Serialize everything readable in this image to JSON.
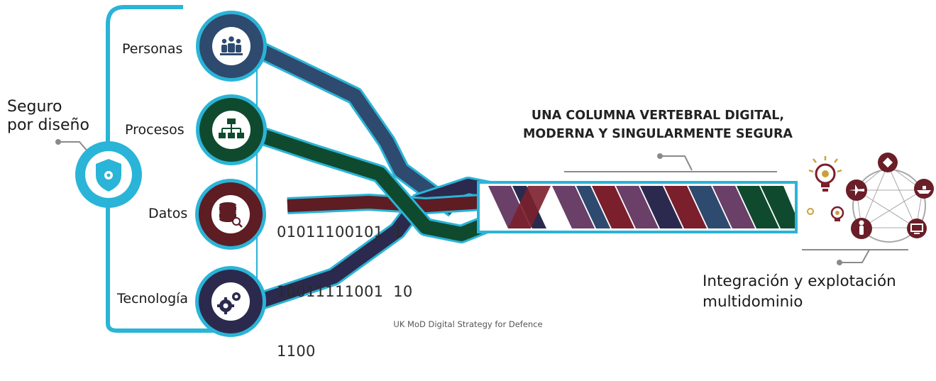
{
  "diagram": {
    "secure_by_design": {
      "line1": "Seguro",
      "line2": "por diseño",
      "icon": "shield-gear-icon"
    },
    "nodes": [
      {
        "label": "Personas",
        "icon": "people-icon",
        "color": "#2e4a6e"
      },
      {
        "label": "Procesos",
        "icon": "hierarchy-icon",
        "color": "#0f4a2f"
      },
      {
        "label": "Datos",
        "icon": "database-search-icon",
        "color": "#5e1c23"
      },
      {
        "label": "Tecnología",
        "icon": "gears-icon",
        "color": "#2b2a4e"
      }
    ],
    "binary_lines": [
      "01011100101  1",
      "10011111001  10",
      "1100"
    ],
    "spine_title": {
      "line1": "UNA COLUMNA VERTEBRAL DIGITAL,",
      "line2": "MODERNA Y SINGULARMENTE SEGURA"
    },
    "multidomain": {
      "line1": "Integración y explotación",
      "line2": "multidominio",
      "icons": [
        "lightbulb-gear-icon",
        "satellite-icon",
        "aircraft-icon",
        "ship-icon",
        "soldier-icon",
        "computer-icon"
      ]
    },
    "caption": "UK MoD Digital Strategy for Defence",
    "colors": {
      "frame": "#2ab4d7",
      "grey": "#8a8a8a",
      "personas": "#2e4a6e",
      "procesos": "#0f4a2f",
      "datos": "#5e1c23",
      "tecnologia": "#2b2a4e",
      "braid_purple": "#6a3f68",
      "braid_red": "#7b1f2c"
    }
  }
}
